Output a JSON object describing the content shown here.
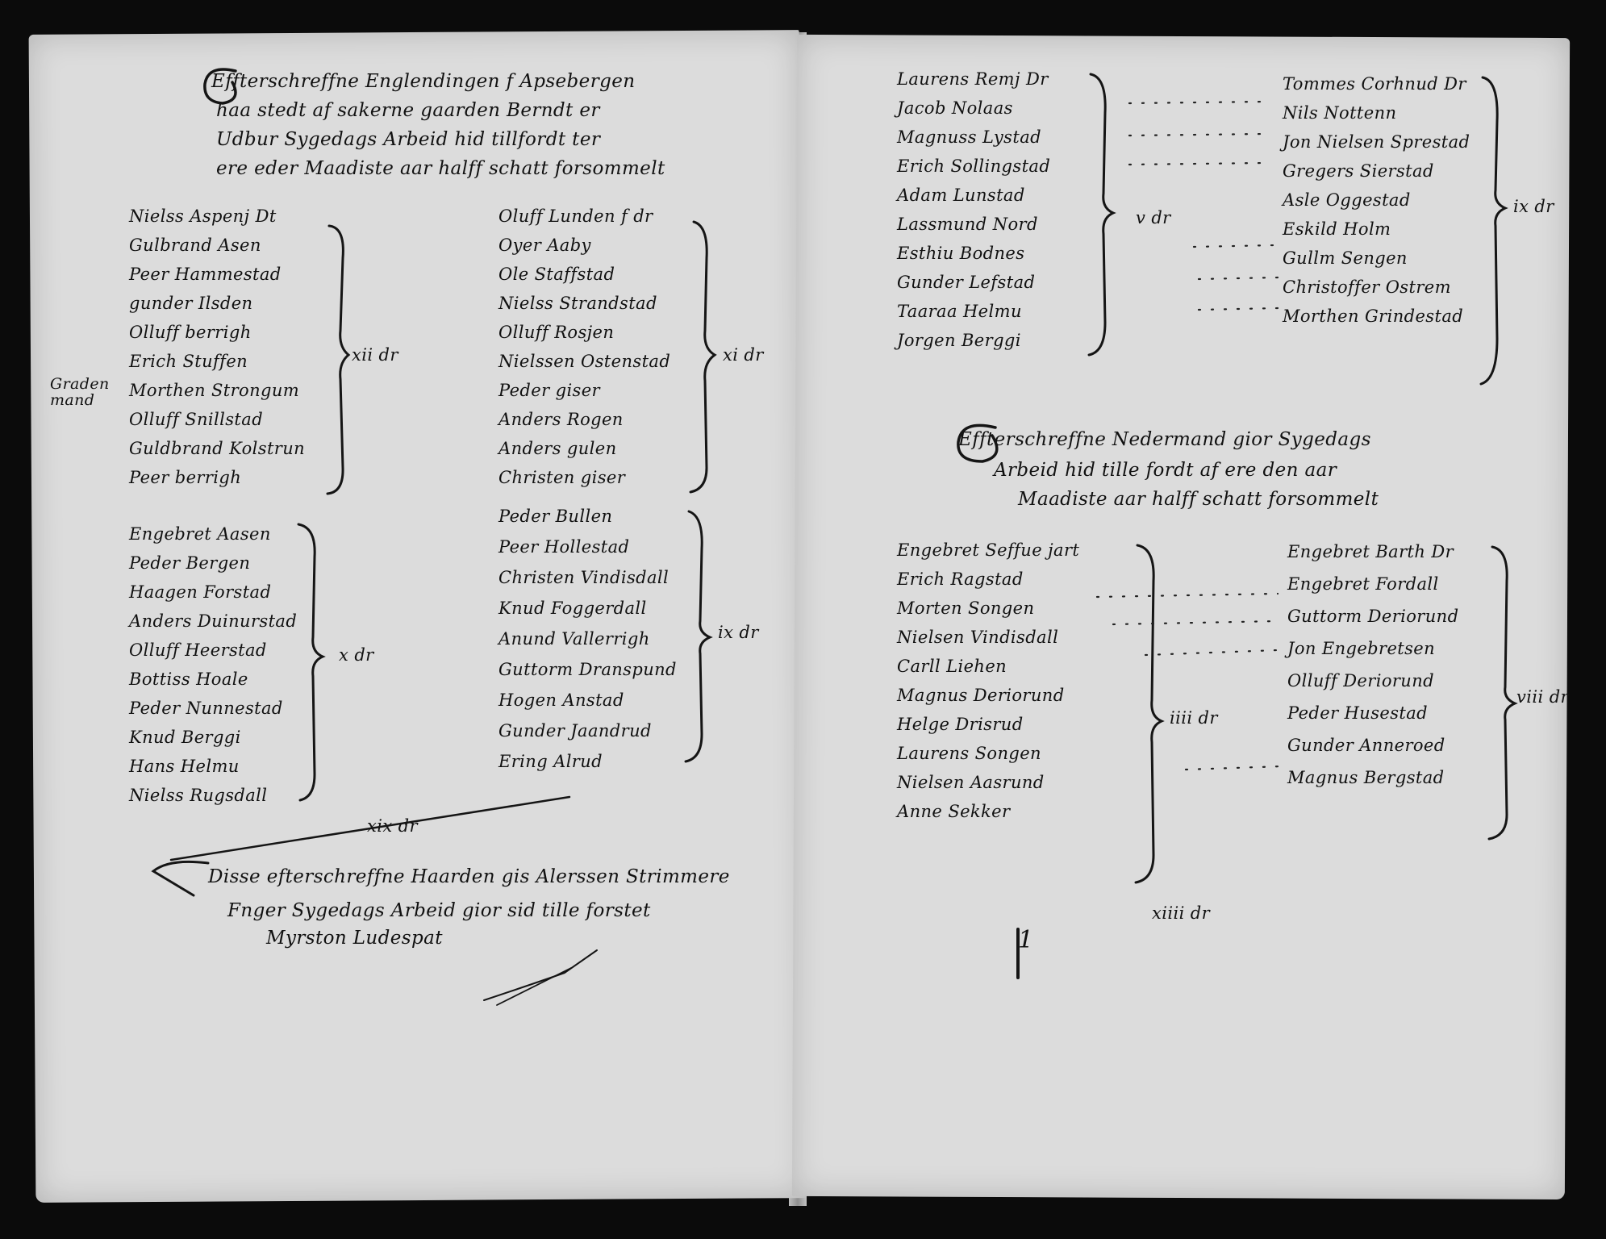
{
  "left": {
    "heading": [
      "Effterschreffne Englendingen f Apsebergen",
      "haa stedt af sakerne gaarden Berndt er",
      "Udbur Sygedags Arbeid hid tillfordt ter",
      "ere eder Maadiste aar halff schatt forsommelt"
    ],
    "groupA": [
      "Nielss Aspenj Dt",
      "Gulbrand Asen",
      "Peer Hammestad",
      "gunder Ilsden",
      "Olluff berrigh",
      "Erich Stuffen",
      "Morthen Strongum",
      "Olluff Snillstad",
      "Guldbrand Kolstrun",
      "Peer berrigh"
    ],
    "groupA_total": "xii dr",
    "side_note": "Graden mand",
    "groupB": [
      "Oluff Lunden f dr",
      "Oyer Aaby",
      "Ole Staffstad",
      "Nielss Strandstad",
      "Olluff Rosjen",
      "Nielssen Ostenstad",
      "Peder giser",
      "Anders Rogen",
      "Anders gulen",
      "Christen giser"
    ],
    "groupB_total": "xi dr",
    "groupC": [
      "Engebret Aasen",
      "Peder Bergen",
      "Haagen Forstad",
      "Anders Duinurstad",
      "Olluff Heerstad",
      "Bottiss Hoale",
      "Peder Nunnestad",
      "Knud Berggi",
      "Hans Helmu",
      "Nielss Rugsdall"
    ],
    "groupC_total": "x dr",
    "groupD": [
      "Peder Bullen",
      "Peer Hollestad",
      "Christen Vindisdall",
      "Knud Foggerdall",
      "Anund Vallerrigh",
      "Guttorm Dranspund",
      "Hogen Anstad",
      "Gunder Jaandrud",
      "Ering Alrud"
    ],
    "groupD_total": "ix dr",
    "page_total": "xix dr",
    "footer": [
      "Disse efterschreffne Haarden gis Alerssen Strimmere",
      "Fnger Sygedags Arbeid gior sid tille forstet",
      "Myrston Ludespat"
    ]
  },
  "right": {
    "groupE": [
      "Laurens Remj Dr",
      "Jacob Nolaas",
      "Magnuss Lystad",
      "Erich Sollingstad",
      "Adam Lunstad",
      "Lassmund Nord",
      "Esthiu Bodnes",
      "Gunder Lefstad",
      "Taaraa Helmu",
      "Jorgen Berggi"
    ],
    "groupE_total": "v dr",
    "groupF": [
      "Tommes Corhnud Dr",
      "Nils Nottenn",
      "Jon Nielsen Sprestad",
      "Gregers Sierstad",
      "Asle Oggestad",
      "Eskild Holm",
      "Gullm Sengen",
      "Christoffer Ostrem",
      "Morthen Grindestad"
    ],
    "groupF_total": "ix dr",
    "heading2": [
      "Effterschreffne Nedermand gior Sygedags",
      "Arbeid hid tille fordt af ere den aar",
      "Maadiste aar halff schatt forsommelt"
    ],
    "groupG": [
      "Engebret Seffue jart",
      "Erich Ragstad",
      "Morten Songen",
      "Nielsen Vindisdall",
      "Carll Liehen",
      "Magnus Deriorund",
      "Helge Drisrud",
      "Laurens Songen",
      "Nielsen Aasrund",
      "Anne Sekker"
    ],
    "groupG_total": "iiii dr",
    "groupH": [
      "Engebret Barth Dr",
      "Engebret Fordall",
      "Guttorm Deriorund",
      "Jon Engebretsen",
      "Olluff Deriorund",
      "Peder Husestad",
      "Gunder Anneroed",
      "Magnus Bergstad"
    ],
    "groupH_total": "viii dr",
    "page_total": "xiiii dr",
    "bottom_mark": "1"
  }
}
